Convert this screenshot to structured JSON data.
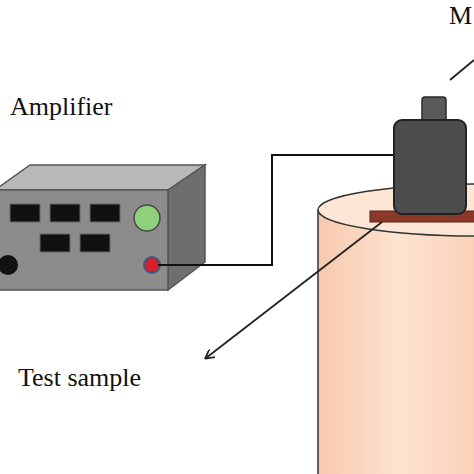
{
  "diagram": {
    "labels": [
      "Amplifier",
      "Test sample",
      "M"
    ]
  }
}
